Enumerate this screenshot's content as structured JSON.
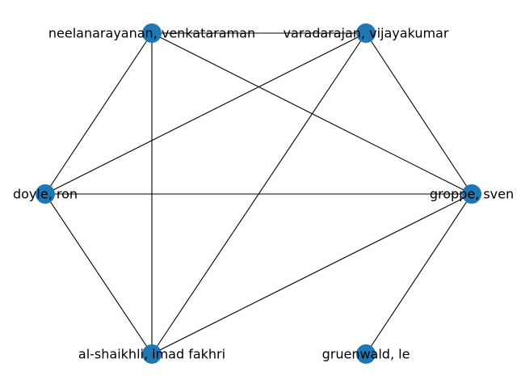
{
  "graph": {
    "node_color": "#1f77b4",
    "edge_color": "#000000",
    "nodes": [
      {
        "id": "neelanarayanan",
        "label": "neelanarayanan, venkataraman"
      },
      {
        "id": "varadarajan",
        "label": "varadarajan, vijayakumar"
      },
      {
        "id": "doyle",
        "label": "doyle, ron"
      },
      {
        "id": "groppe",
        "label": "groppe, sven"
      },
      {
        "id": "al_shaikhli",
        "label": "al-shaikhli, imad fakhri"
      },
      {
        "id": "gruenwald",
        "label": "gruenwald, le"
      }
    ],
    "edges": [
      [
        "neelanarayanan",
        "varadarajan"
      ],
      [
        "neelanarayanan",
        "doyle"
      ],
      [
        "neelanarayanan",
        "groppe"
      ],
      [
        "neelanarayanan",
        "al_shaikhli"
      ],
      [
        "varadarajan",
        "doyle"
      ],
      [
        "varadarajan",
        "groppe"
      ],
      [
        "varadarajan",
        "al_shaikhli"
      ],
      [
        "doyle",
        "groppe"
      ],
      [
        "doyle",
        "al_shaikhli"
      ],
      [
        "groppe",
        "al_shaikhli"
      ],
      [
        "groppe",
        "gruenwald"
      ]
    ]
  }
}
